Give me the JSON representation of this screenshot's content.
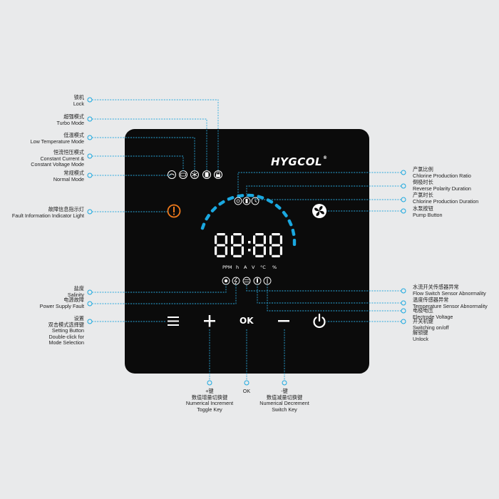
{
  "brand": {
    "logo": "HYGCOL",
    "registered": "®"
  },
  "display": {
    "digits": "88:88",
    "units": [
      "PPM",
      "h",
      "A",
      "V",
      "°C",
      "%"
    ]
  },
  "buttons": {
    "menu_icon": "menu-icon",
    "plus": "+",
    "ok": "OK",
    "minus": "−",
    "power_icon": "power-icon"
  },
  "labels_left": [
    {
      "zh": "锁机",
      "en": [
        "Lock"
      ]
    },
    {
      "zh": "超强模式",
      "en": [
        "Turbo Mode"
      ]
    },
    {
      "zh": "低温模式",
      "en": [
        "Low Temperature Mode"
      ]
    },
    {
      "zh": "恒流恒压模式",
      "en": [
        "Constant Current &",
        "Constant Voltage Mode"
      ]
    },
    {
      "zh": "常规模式",
      "en": [
        "Normal Mode"
      ]
    },
    {
      "zh": "故障信息指示灯",
      "en": [
        "Fault Information Indicator Light"
      ]
    },
    {
      "zh": "盐度",
      "en": [
        "Salinity"
      ]
    },
    {
      "zh": "电源故障",
      "en": [
        "Power Supply Fault"
      ]
    },
    {
      "zh": "设置",
      "en": [
        "双击模式选择键",
        "Setting Button",
        "Double-click for",
        "Mode Selection"
      ]
    }
  ],
  "labels_right": [
    {
      "zh": "产氯比例",
      "en": [
        "Chlorine Production Ratio"
      ]
    },
    {
      "zh": "倒极时长",
      "en": [
        "Reverse Polarity Duration"
      ]
    },
    {
      "zh": "产氯时长",
      "en": [
        "Chlorine Production Duration"
      ]
    },
    {
      "zh": "水泵按钮",
      "en": [
        "Pump Button"
      ]
    },
    {
      "zh": "水流开关传感器异常",
      "en": [
        "Flow Switch Sensor Abnormality"
      ]
    },
    {
      "zh": "温度传感器异常",
      "en": [
        "Temperature Sensor Abnormality"
      ]
    },
    {
      "zh": "电极电压",
      "en": [
        "Electrode Voltage"
      ]
    },
    {
      "zh": "开关机键",
      "en": [
        "Switching on/off"
      ]
    },
    {
      "zh": "解锁键",
      "en": [
        "Unlock"
      ]
    }
  ],
  "labels_bottom": [
    {
      "zh": "+键",
      "en": [
        "数值增量切换键",
        "Numerical Increment",
        "Toggle Key"
      ]
    },
    {
      "zh": "OK",
      "en": []
    },
    {
      "zh": "-键",
      "en": [
        "数值减量切换键",
        "Numerical Decrement",
        "Switch Key"
      ]
    }
  ],
  "colors": {
    "background": "#e9eaeb",
    "panel": "#0b0b0b",
    "accent": "#1aa8e0",
    "fault": "#f07a1c",
    "text": "#1e1e1e"
  }
}
